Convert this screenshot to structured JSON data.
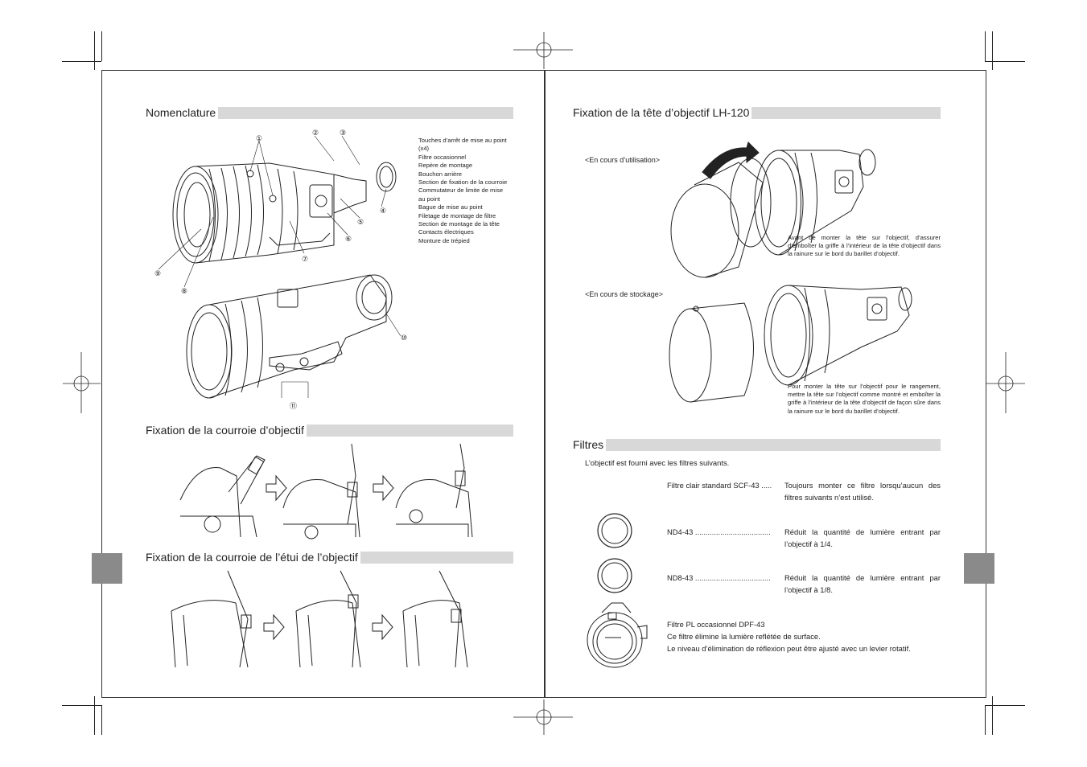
{
  "left_page": {
    "nomenclature": {
      "title": "Nomenclature",
      "callouts": [
        "①",
        "②",
        "③",
        "④",
        "⑤",
        "⑥",
        "⑦",
        "⑧",
        "⑨",
        "⑩",
        "⑪"
      ],
      "items": [
        "Touches d’arrêt de mise au point",
        "(x4)",
        "Filtre occasionnel",
        "Repère de montage",
        "Bouchon arrière",
        "Section de fixation de la courroie",
        "Commutateur de limite de mise",
        "au point",
        "Bague de mise au point",
        "Filetage de montage de filtre",
        "Section de montage de la tête",
        "Contacts électriques",
        "Monture de trépied"
      ]
    },
    "strap": {
      "title": "Fixation de la courroie d’objectif"
    },
    "case_strap": {
      "title": "Fixation de la courroie de l’étui de l’objectif"
    }
  },
  "right_page": {
    "hood": {
      "title": "Fixation de la tête d’objectif LH-120",
      "in_use_label": "<En cours d’utilisation>",
      "in_use_note": "Avant de monter la tête sur l’objectif, d’assurer d’emboîter la griffe à l’intérieur de la tête d’objectif dans la rainure sur le bord du barillet d’objectif.",
      "storage_label": "<En cours de stockage>",
      "storage_note": "Pour monter la tête sur l’objectif pour le rangement, mettre la tête sur l’objectif comme montré et emboîter la griffe à l’intérieur de la tête d’objectif de façon sûre dans la rainure sur le bord du barillet d’objectif."
    },
    "filters": {
      "title": "Filtres",
      "intro": "L’objectif est fourni avec les filtres suivants.",
      "rows": [
        {
          "name": "Filtre clair standard SCF-43 .....",
          "desc": "Toujours monter ce filtre lorsqu’aucun des filtres suivants n’est utilisé."
        },
        {
          "name": "ND4-43 ....................................",
          "desc": "Réduit la quantité de lumière entrant par l’objectif à 1/4."
        },
        {
          "name": "ND8-43 ....................................",
          "desc": "Réduit la quantité de lumière entrant par l’objectif à 1/8."
        }
      ],
      "pl": {
        "line1": "Filtre PL occasionnel  DPF-43",
        "line2": "Ce filtre élimine la lumière reflétée de surface.",
        "line3": "Le niveau d’élimination de réflexion peut être ajusté avec un levier rotatif."
      }
    }
  },
  "colors": {
    "section_bar": "#d8d8d8",
    "tab": "#8a8a8a",
    "ink": "#222222"
  }
}
